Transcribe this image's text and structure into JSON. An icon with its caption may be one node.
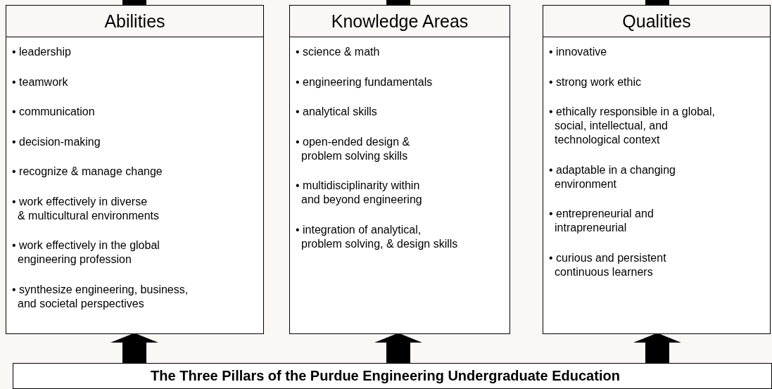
{
  "diagram": {
    "nodes": [
      {
        "text": [
          "Abilities",
          "• leadership",
          "• teamwork",
          "• communication",
          "• decision-making",
          "• recognize & manage change",
          "• work effectively in diverse & multicultural environments",
          "• work effectively in the global engineering profession",
          "• synthesize engineering, business, and societal perspectives"
        ]
      },
      {
        "text": [
          "Knowledge Areas",
          "• science & math",
          "• engineering fundamentals",
          "• analytical skills",
          "• open-ended design & problem solving skills",
          "• multidisciplinarity within and beyond engineering",
          "• integration of analytical, problem solving, & design skills"
        ]
      },
      {
        "text": [
          "Qualities",
          "• innovative",
          "• strong work ethic",
          "• ethically responsible in a global, social, intellectual, and technological context",
          "• adaptable in a changing environment",
          "• entrepreneurial and intrapreneurial",
          "• curious and persistent continuous learners"
        ]
      },
      {
        "text": [
          "The Three Pillars of the Purdue Engineering Undergraduate Education"
        ]
      }
    ],
    "edges": [
      {
        "from": 3,
        "to": 0,
        "arrow": "to"
      },
      {
        "from": 3,
        "to": 1,
        "arrow": "to"
      },
      {
        "from": 3,
        "to": 2,
        "arrow": "to"
      },
      {
        "from": 0,
        "to": null,
        "arrow": "none"
      },
      {
        "from": 1,
        "to": null,
        "arrow": "none"
      },
      {
        "from": 2,
        "to": null,
        "arrow": "none"
      }
    ]
  }
}
